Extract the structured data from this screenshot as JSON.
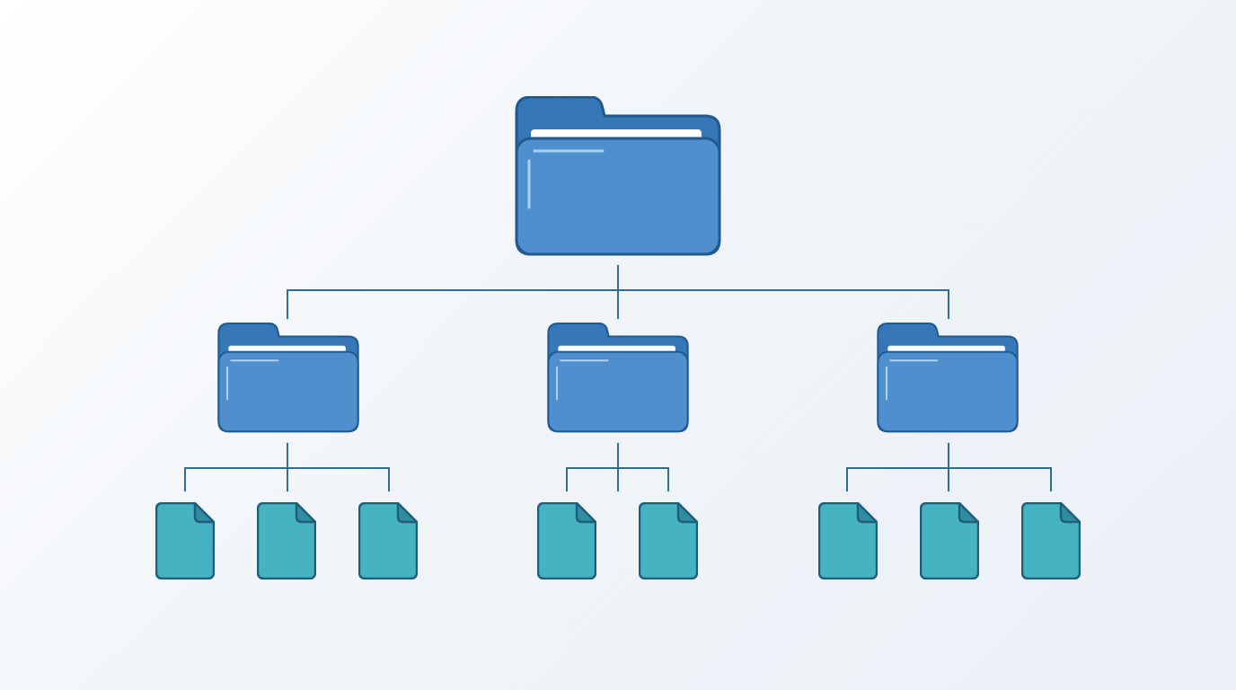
{
  "diagram": {
    "type": "hierarchy",
    "root": {
      "icon": "folder-icon",
      "children": [
        {
          "icon": "folder-icon",
          "files": 3
        },
        {
          "icon": "folder-icon",
          "files": 2
        },
        {
          "icon": "folder-icon",
          "files": 3
        }
      ]
    }
  },
  "colors": {
    "folder_back": "#3677b8",
    "folder_front": "#4f8fcd",
    "folder_outline": "#205a8e",
    "folder_paper": "#ffffff",
    "folder_highlight": "#a8d0f3",
    "file_fill": "#46b3c2",
    "file_outline": "#1f5f7e",
    "file_fold": "#2f8da0",
    "connector": "#2f6e8c"
  }
}
